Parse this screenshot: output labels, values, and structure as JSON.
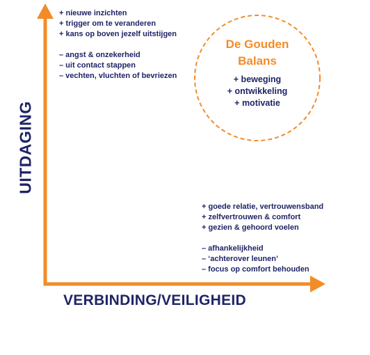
{
  "colors": {
    "accent": "#f28c28",
    "text": "#1f2466",
    "background": "#ffffff"
  },
  "axes": {
    "y_label": "UITDAGING",
    "x_label": "VERBINDING/VEILIGHEID"
  },
  "top_left": {
    "positives": [
      "+ nieuwe inzichten",
      "+ trigger om te veranderen",
      "+ kans op boven jezelf uitstijgen"
    ],
    "negatives": [
      "– angst & onzekerheid",
      "– uit contact stappen",
      "– vechten, vluchten of bevriezen"
    ]
  },
  "golden_balance": {
    "title_line1": "De Gouden",
    "title_line2": "Balans",
    "items": [
      "+ beweging",
      "+ ontwikkeling",
      "+ motivatie"
    ]
  },
  "bottom_right": {
    "positives": [
      "+ goede relatie, vertrouwensband",
      "+ zelfvertrouwen & comfort",
      "+ gezien & gehoord voelen"
    ],
    "negatives": [
      "– afhankelijkheid",
      "– ‘achterover leunen’",
      "– focus op comfort behouden"
    ]
  }
}
